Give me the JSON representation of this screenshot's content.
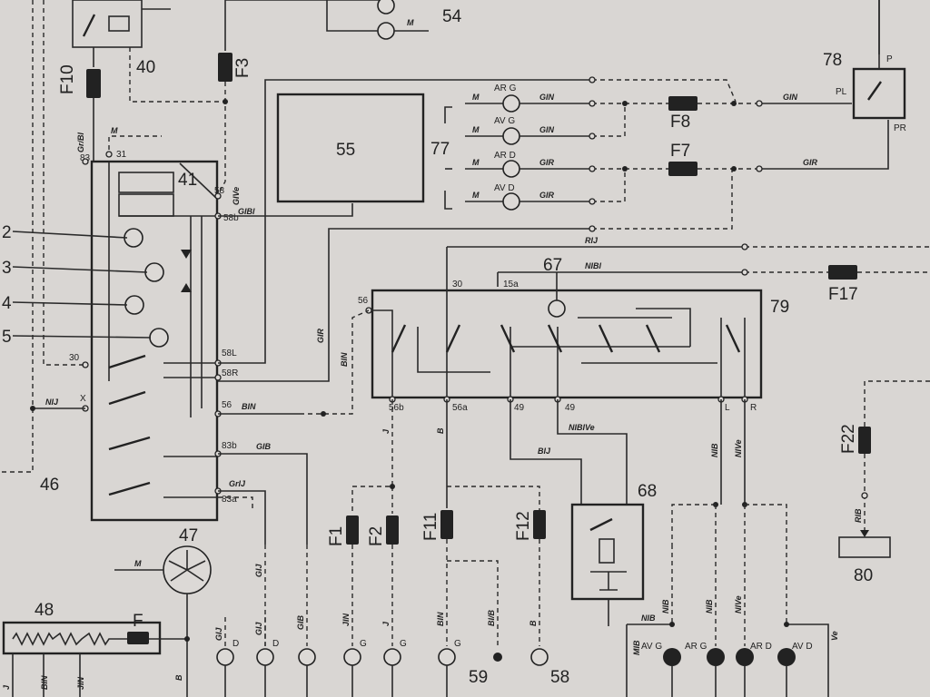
{
  "diagram": {
    "components": {
      "c40": "40",
      "c41": "41",
      "c46": "46",
      "c47": "47",
      "c48": "48",
      "c54": "54",
      "c55": "55",
      "c58": "58",
      "c59": "59",
      "c67": "67",
      "c68": "68",
      "c77": "77",
      "c78": "78",
      "c79": "79",
      "c80": "80",
      "c2": "2",
      "c3": "3",
      "c4": "4",
      "c5": "5"
    },
    "fuses": {
      "F10": "F10",
      "F3": "F3",
      "F8": "F8",
      "F7": "F7",
      "F17": "F17",
      "F22": "F22",
      "F1": "F1",
      "F2": "F2",
      "F11": "F11",
      "F12": "F12",
      "F": "F"
    },
    "pins": {
      "p83": "83",
      "p31": "31",
      "p30": "30",
      "pX": "X",
      "p58": "58",
      "p58b": "58b",
      "p58L": "58L",
      "p58R": "58R",
      "p56": "56",
      "p83b": "83b",
      "p83a": "83a",
      "p56a": "56a",
      "p56b": "56b",
      "p49a": "49",
      "p49b": "49",
      "p15a": "15a",
      "p30b": "30",
      "p56c": "56",
      "pL": "L",
      "pR": "R",
      "pP": "P",
      "pPL": "PL",
      "pPR": "PR"
    },
    "lamps": {
      "ARG": "AR G",
      "AVG": "AV G",
      "ARD": "AR D",
      "AVD": "AV D",
      "AVG2": "AV G",
      "ARG2": "AR G",
      "ARD2": "AR D",
      "AVD2": "AV D",
      "D1": "D",
      "D2": "D",
      "G1": "G",
      "G2": "G",
      "G3": "G"
    },
    "wires": {
      "GrBl": "Gr/Bl",
      "GIVe": "GIVe",
      "GIBl": "GIBl",
      "GIN1": "GIN",
      "GIN2": "GIN",
      "GIN3": "GIN",
      "GIR1": "GIR",
      "GIR2": "GIR",
      "GIR3": "GIR",
      "GIR4": "GIR",
      "RIJ": "RIJ",
      "NIBl": "NIBl",
      "BIN1": "BIN",
      "BIN2": "BIN",
      "NIJ": "NIJ",
      "GIB1": "GIB",
      "GIB2": "GIB",
      "GrIJ": "GrIJ",
      "J1": "J",
      "B1": "B",
      "BIJ": "BIJ",
      "NIBIVe": "NIBIVe",
      "NIB1": "NIB",
      "NIVe1": "NIVe",
      "NIB2": "NIB",
      "NIVe2": "NIVe",
      "NIB3": "NIB",
      "RIB": "RIB",
      "GIJ1": "GIJ",
      "GIJ2": "GIJ",
      "GIJ3": "GIJ",
      "JIN1": "JIN",
      "J2": "J",
      "BIN3": "BIN",
      "BIIB": "BI/B",
      "B2": "B",
      "MIB": "MIB",
      "Ve": "Ve",
      "J3": "J",
      "BIN4": "BIN",
      "JIN2": "JIN",
      "B3": "B",
      "M": "M"
    }
  }
}
